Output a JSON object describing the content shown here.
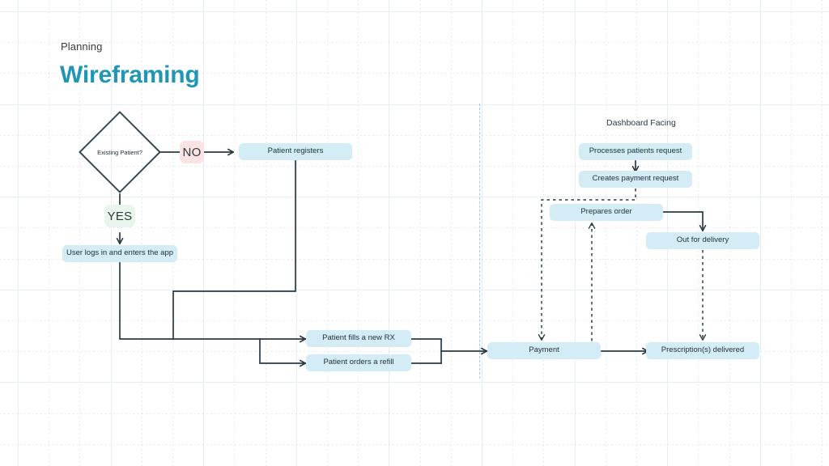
{
  "header": {
    "kicker": "Planning",
    "title": "Wireframing",
    "accent_color": "#2196b4"
  },
  "colors": {
    "node_fill": "#d3ecf5",
    "node_text": "#20323c",
    "stroke": "#2b3a42",
    "badge_no_fill": "#fbe3e3",
    "badge_yes_fill": "#eaf5ec",
    "divider": "#9ecfe6",
    "grid": "#8daabc",
    "canvas": "#ffffff"
  },
  "sections": {
    "dashboard_caption": "Dashboard Facing"
  },
  "decision": {
    "label": "Existing Patient?",
    "branch_no": "NO",
    "branch_yes": "YES"
  },
  "nodes": [
    {
      "id": "patient-registers",
      "label": "Patient registers"
    },
    {
      "id": "user-logs-in",
      "label": "User logs in and enters the app"
    },
    {
      "id": "patient-fills-new-rx",
      "label": "Patient fills a new RX"
    },
    {
      "id": "patient-orders-refill",
      "label": "Patient orders a refill"
    },
    {
      "id": "payment",
      "label": "Payment"
    },
    {
      "id": "prescriptions-delivered",
      "label": "Prescription(s) delivered"
    },
    {
      "id": "processes-patients-request",
      "label": "Processes patients request"
    },
    {
      "id": "creates-payment-request",
      "label": "Creates payment request"
    },
    {
      "id": "prepares-order",
      "label": "Prepares order"
    },
    {
      "id": "out-for-delivery",
      "label": "Out for delivery"
    }
  ]
}
